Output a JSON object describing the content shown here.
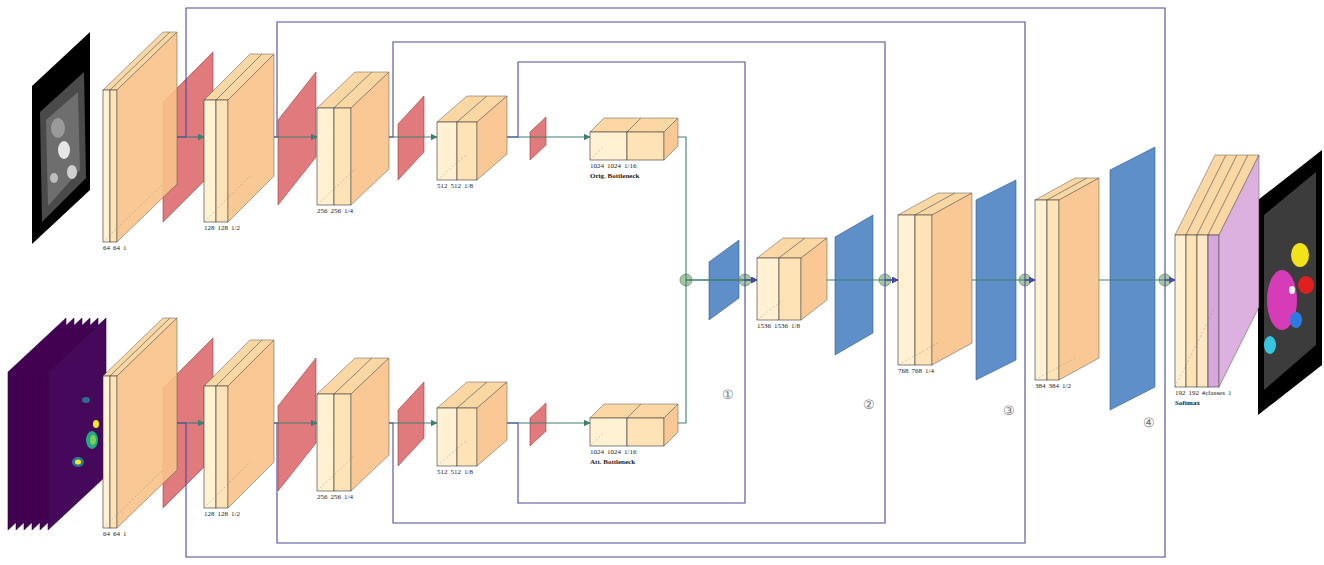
{
  "diagram": {
    "nodes": [
      {
        "text": [
          "64",
          "64",
          "1"
        ]
      },
      {
        "text": [
          "128",
          "128",
          "1/2"
        ]
      },
      {
        "text": [
          "256",
          "256",
          "1/4"
        ]
      },
      {
        "text": [
          "512",
          "512",
          "1/8"
        ]
      },
      {
        "text": [
          "1024",
          "1024",
          "1/16",
          "Orig. Bottleneck"
        ]
      },
      {
        "text": [
          "64",
          "64",
          "1"
        ]
      },
      {
        "text": [
          "128",
          "128",
          "1/2"
        ]
      },
      {
        "text": [
          "256",
          "256",
          "1/4"
        ]
      },
      {
        "text": [
          "512",
          "512",
          "1/8"
        ]
      },
      {
        "text": [
          "1024",
          "1024",
          "1/16",
          "Att. Bottleneck"
        ]
      },
      {
        "text": [
          "1536",
          "1536",
          "1/8"
        ]
      },
      {
        "text": [
          "768",
          "768",
          "1/4"
        ]
      },
      {
        "text": [
          "384",
          "384",
          "1/2"
        ]
      },
      {
        "text": [
          "192",
          "192",
          "#classes",
          "1",
          "Softmax"
        ]
      }
    ],
    "edges": [
      {
        "from": 0,
        "to": 1,
        "arrow": "to"
      },
      {
        "from": 1,
        "to": 2,
        "arrow": "to"
      },
      {
        "from": 2,
        "to": 3,
        "arrow": "to"
      },
      {
        "from": 3,
        "to": 4,
        "arrow": "to"
      },
      {
        "from": 5,
        "to": 6,
        "arrow": "to"
      },
      {
        "from": 6,
        "to": 7,
        "arrow": "to"
      },
      {
        "from": 7,
        "to": 8,
        "arrow": "to"
      },
      {
        "from": 8,
        "to": 9,
        "arrow": "to"
      },
      {
        "from": 4,
        "to": 10,
        "arrow": "to"
      },
      {
        "from": 9,
        "to": 10,
        "arrow": "to"
      },
      {
        "from": 10,
        "to": 11,
        "arrow": "to"
      },
      {
        "from": 11,
        "to": 12,
        "arrow": "to"
      },
      {
        "from": 12,
        "to": 13,
        "arrow": "to"
      },
      {
        "from": 3,
        "to": 10,
        "arrow": "to"
      },
      {
        "from": 8,
        "to": 10,
        "arrow": "to"
      },
      {
        "from": 2,
        "to": 11,
        "arrow": "to"
      },
      {
        "from": 7,
        "to": 11,
        "arrow": "to"
      },
      {
        "from": 1,
        "to": 12,
        "arrow": "to"
      },
      {
        "from": 6,
        "to": 12,
        "arrow": "to"
      },
      {
        "from": 0,
        "to": 13,
        "arrow": "to"
      },
      {
        "from": 5,
        "to": 13,
        "arrow": "to"
      }
    ],
    "labels": [
      "①",
      "②",
      "③",
      "④"
    ]
  }
}
